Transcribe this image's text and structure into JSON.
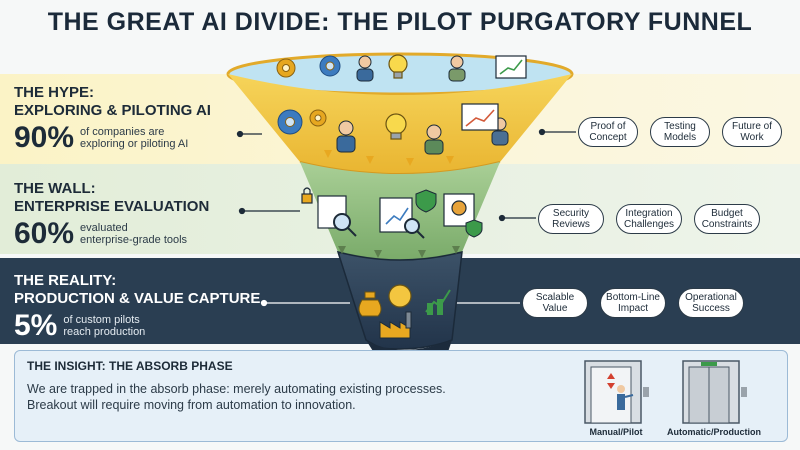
{
  "title": "THE GREAT AI DIVIDE: THE PILOT PURGATORY FUNNEL",
  "stages": {
    "hype": {
      "heading": "THE HYPE:\nEXPLORING & PILOTING AI",
      "percent": "90%",
      "desc": "of companies are\nexploring or piloting AI",
      "tags": [
        "Proof of\nConcept",
        "Testing\nModels",
        "Future of\nWork"
      ]
    },
    "wall": {
      "heading": "THE WALL:\nENTERPRISE EVALUATION",
      "percent": "60%",
      "desc": "evaluated\nenterprise-grade tools",
      "tags": [
        "Security\nReviews",
        "Integration\nChallenges",
        "Budget\nConstraints"
      ]
    },
    "reality": {
      "heading": "THE REALITY:\nPRODUCTION & VALUE CAPTURE",
      "percent": "5%",
      "desc": "of custom pilots\nreach production",
      "tags": [
        "Scalable\nValue",
        "Bottom-Line\nImpact",
        "Operational\nSuccess"
      ]
    }
  },
  "insight": {
    "title": "THE INSIGHT: THE ABSORB PHASE",
    "body": "We are trapped in the absorb phase: merely automating existing processes.\nBreakout will require moving from automation to innovation.",
    "manual_label": "Manual/Pilot",
    "automatic_label": "Automatic/Production"
  },
  "colors": {
    "hype": "#f2c43c",
    "wall": "#8fbf7e",
    "reality": "#2a3e52",
    "accent": "#e8a820"
  },
  "icons": [
    "gear-icon",
    "lightbulb-icon",
    "person-icon",
    "chart-icon",
    "document-icon",
    "magnifier-icon",
    "shield-icon",
    "lock-icon",
    "money-bag-icon",
    "coin-icon",
    "factory-icon",
    "elevator-icon"
  ]
}
